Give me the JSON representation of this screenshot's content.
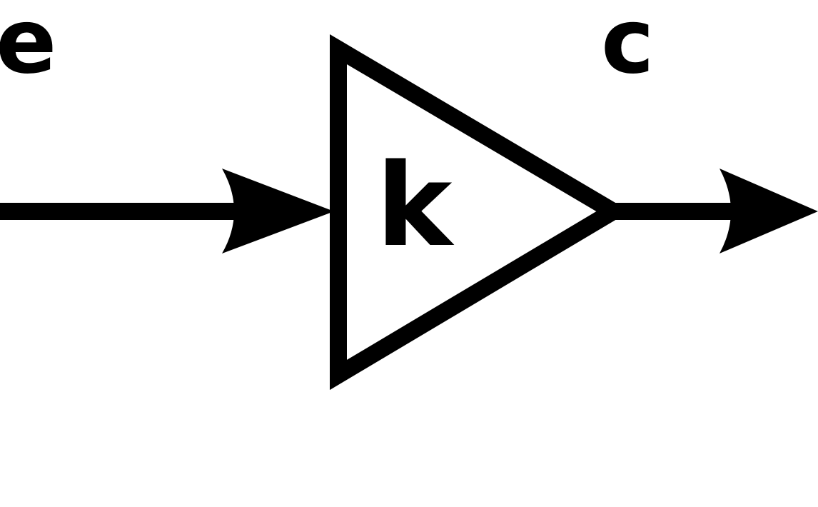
{
  "diagram": {
    "input_label": "e",
    "output_label": "c",
    "gain_label": "k"
  },
  "colors": {
    "stroke": "#000000",
    "background": "#ffffff"
  }
}
